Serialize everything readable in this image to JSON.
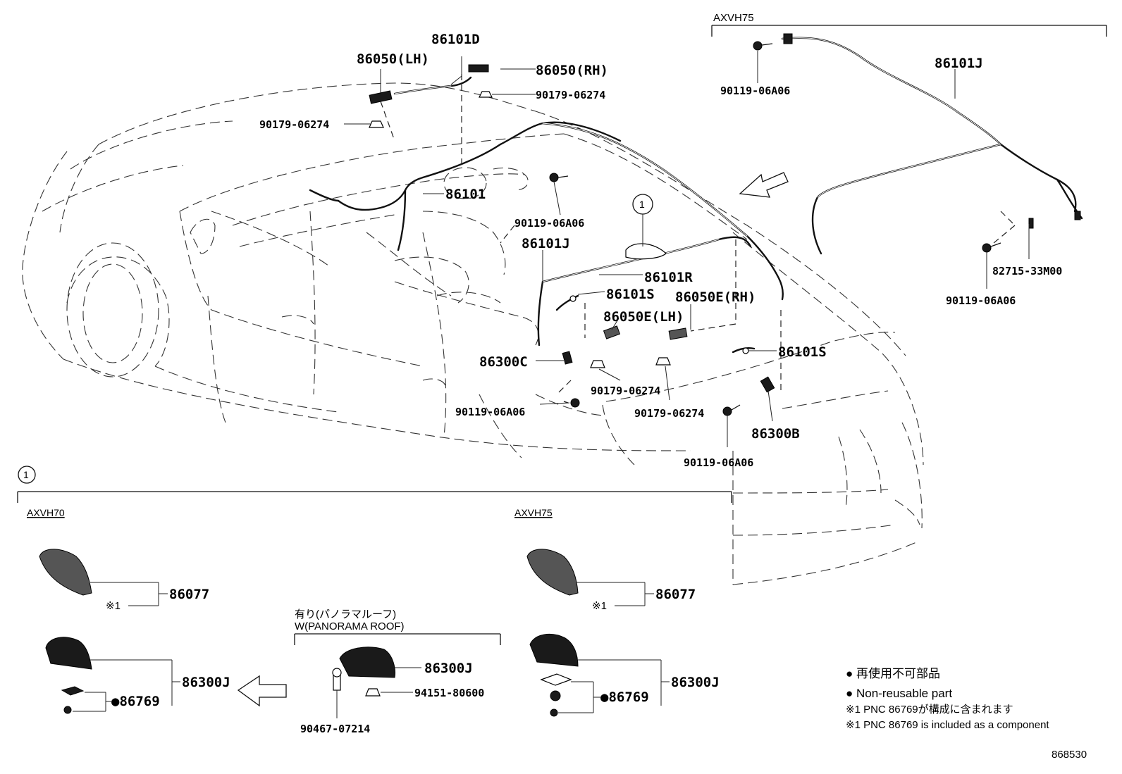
{
  "top_variant_label": "AXVH75",
  "callout_marker": "1",
  "parts": {
    "p86050_lh": "86050(LH)",
    "p86101d": "86101D",
    "p86050_rh": "86050(RH)",
    "p90179_a": "90179-06274",
    "p90179_b": "90179-06274",
    "p86101": "86101",
    "p90119_a": "90119-06A06",
    "p86101j_a": "86101J",
    "p86101r": "86101R",
    "p86101s_a": "86101S",
    "p86050e_rh": "86050E(RH)",
    "p86050e_lh": "86050E(LH)",
    "p86300c": "86300C",
    "p90119_b": "90119-06A06",
    "p90179_c": "90179-06274",
    "p90179_d": "90179-06274",
    "p86101s_b": "86101S",
    "p86300b": "86300B",
    "p90119_c": "90119-06A06",
    "p90119_top": "90119-06A06",
    "p86101j_top": "86101J",
    "p82715": "82715-33M00",
    "p90119_right": "90119-06A06"
  },
  "bottom": {
    "axvh70": {
      "label": "AXVH70",
      "p86077": "86077",
      "note_ref": "※1",
      "p86300j": "86300J",
      "p86769": "●86769"
    },
    "panorama": {
      "label_jp": "有り(パノラマルーフ)",
      "label_en": "W(PANORAMA ROOF)",
      "p86300j": "86300J",
      "p94151": "94151-80600",
      "p90467": "90467-07214"
    },
    "axvh75": {
      "label": "AXVH75",
      "p86077": "86077",
      "note_ref": "※1",
      "p86300j": "86300J",
      "p86769": "●86769"
    }
  },
  "legend": {
    "line1": "● 再使用不可部品",
    "line2": "● Non-reusable part",
    "line3": "※1 PNC 86769が構成に含まれます",
    "line4": "※1 PNC 86769 is included as a component"
  },
  "diagram_id": "868530"
}
